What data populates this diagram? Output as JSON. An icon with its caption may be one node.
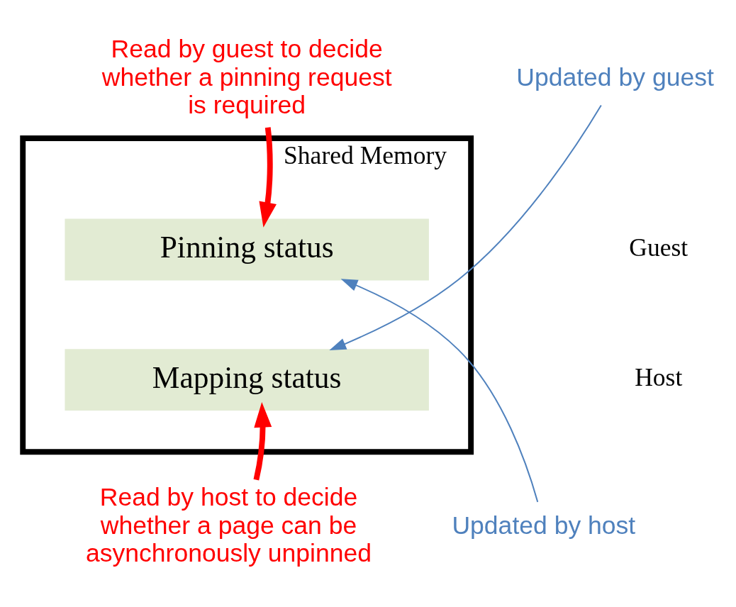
{
  "diagram": {
    "nodes": [
      {
        "text": [
          "Shared Memory"
        ]
      },
      {
        "text": [
          "Pinning status"
        ],
        "in": 0
      },
      {
        "text": [
          "Mapping status"
        ],
        "in": 0
      },
      {
        "text": [
          "Read by guest to decide whether a pinning request is required"
        ]
      },
      {
        "text": [
          "Updated by guest"
        ]
      },
      {
        "text": [
          "Read by host to decide whether a page can be asynchronously unpinned"
        ]
      },
      {
        "text": [
          "Updated by host"
        ]
      }
    ],
    "edges": [
      {
        "from": 3,
        "to": 1,
        "arrow": "to",
        "style": "thick",
        "color": "#ff0000"
      },
      {
        "from": 4,
        "to": 2,
        "arrow": "to",
        "color": "#4f81bd"
      },
      {
        "from": 5,
        "to": 2,
        "arrow": "to",
        "style": "thick",
        "color": "#ff0000"
      },
      {
        "from": 6,
        "to": 1,
        "arrow": "to",
        "color": "#4f81bd"
      }
    ],
    "labels": [
      "Guest",
      "Host"
    ]
  }
}
